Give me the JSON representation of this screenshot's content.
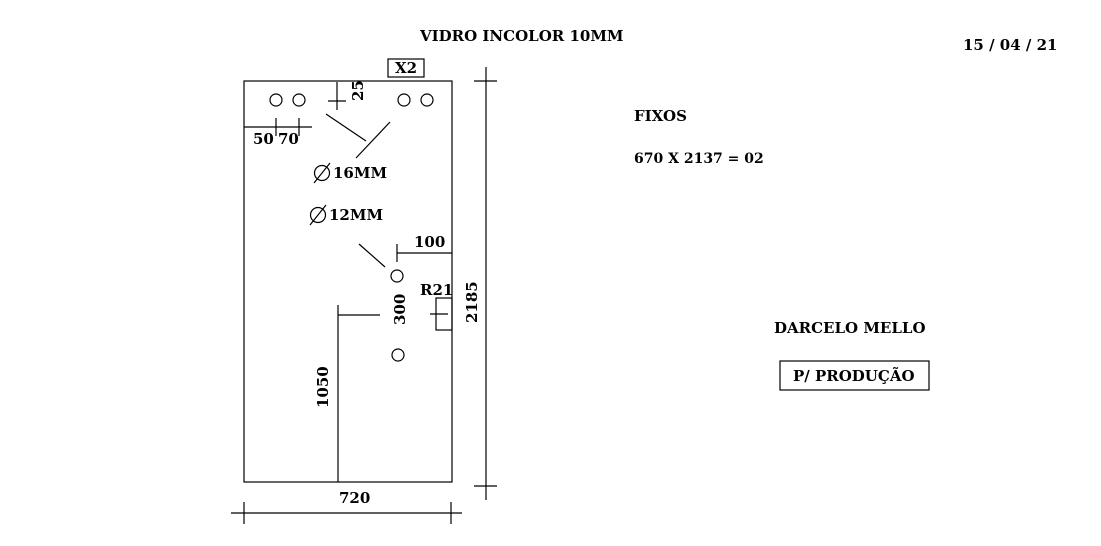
{
  "header": {
    "title": "VIDRO INCOLOR 10MM",
    "date": "15 / 04 / 21"
  },
  "drawing": {
    "quantity_label": "X2",
    "dims": {
      "hole_offset_top": "25",
      "hole_offset_1": "50",
      "hole_offset_2": "70",
      "hole_dia_large": "16MM",
      "hole_dia_small": "12MM",
      "edge_offset": "100",
      "radius": "R21",
      "hole_spacing": "300",
      "height_to_holes": "1050",
      "total_height": "2185",
      "total_width": "720"
    }
  },
  "notes": {
    "section_label": "FIXOS",
    "spec": "670 X 2137 = 02"
  },
  "signature": {
    "name": "DARCELO MELLO",
    "status_label": "P/ PRODUÇÃO"
  }
}
